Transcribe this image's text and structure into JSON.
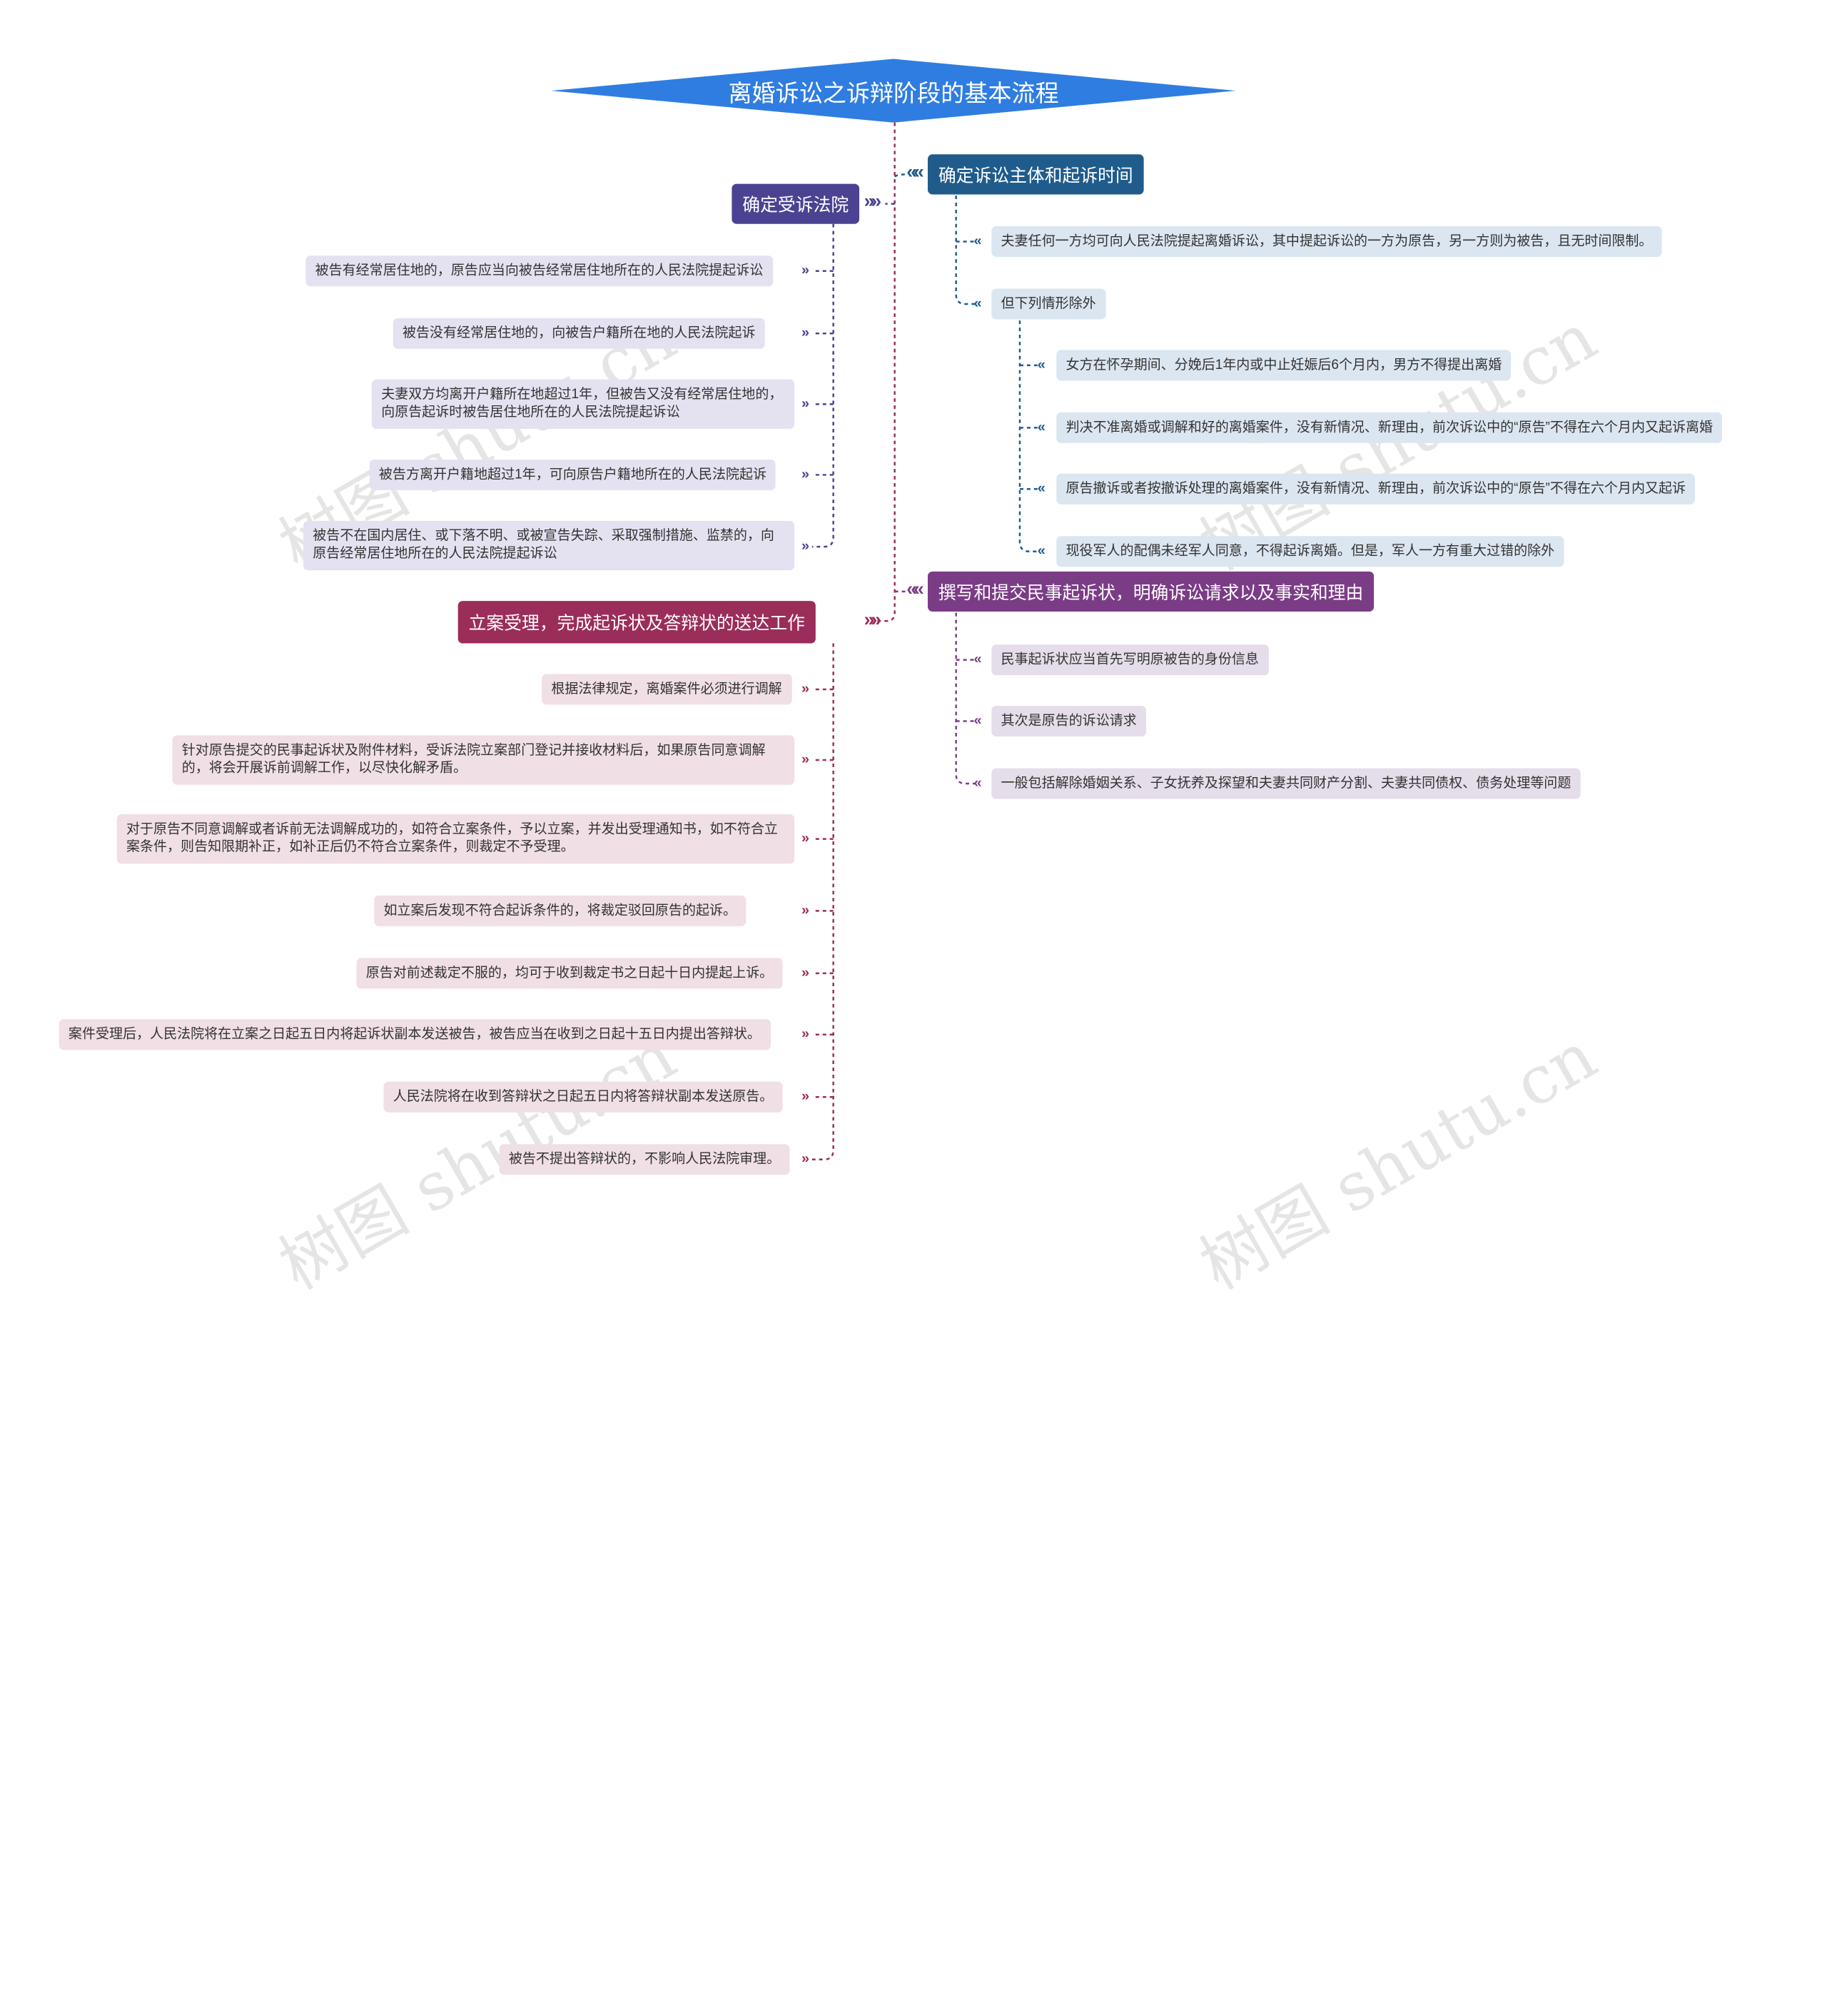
{
  "title": "离婚诉讼之诉辩阶段的基本流程",
  "colors": {
    "title": "#2f7de1",
    "court": "#4b4391",
    "subject": "#1f5c8b",
    "filing": "#9b2d5a",
    "complaint": "#7b3c86"
  },
  "branches": {
    "court": {
      "label": "确定受诉法院",
      "items": [
        "被告有经常居住地的，原告应当向被告经常居住地所在的人民法院提起诉讼",
        "被告没有经常居住地的，向被告户籍所在地的人民法院起诉",
        "夫妻双方均离开户籍所在地超过1年，但被告又没有经常居住地的，向原告起诉时被告居住地所在的人民法院提起诉讼",
        "被告方离开户籍地超过1年，可向原告户籍地所在的人民法院起诉",
        "被告不在国内居住、或下落不明、或被宣告失踪、采取强制措施、监禁的，向原告经常居住地所在的人民法院提起诉讼"
      ]
    },
    "subject": {
      "label": "确定诉讼主体和起诉时间",
      "items": [
        "夫妻任何一方均可向人民法院提起离婚诉讼，其中提起诉讼的一方为原告，另一方则为被告，且无时间限制。",
        "但下列情形除外"
      ],
      "exceptions": [
        "女方在怀孕期间、分娩后1年内或中止妊娠后6个月内，男方不得提出离婚",
        "判决不准离婚或调解和好的离婚案件，没有新情况、新理由，前次诉讼中的“原告”不得在六个月内又起诉离婚",
        "原告撤诉或者按撤诉处理的离婚案件，没有新情况、新理由，前次诉讼中的“原告”不得在六个月内又起诉",
        "现役军人的配偶未经军人同意，不得起诉离婚。但是，军人一方有重大过错的除外"
      ]
    },
    "complaint": {
      "label": "撰写和提交民事起诉状，明确诉讼请求以及事实和理由",
      "items": [
        "民事起诉状应当首先写明原被告的身份信息",
        "其次是原告的诉讼请求",
        "一般包括解除婚姻关系、子女抚养及探望和夫妻共同财产分割、夫妻共同债权、债务处理等问题"
      ]
    },
    "filing": {
      "label": "立案受理，完成起诉状及答辩状的送达工作",
      "items": [
        "根据法律规定，离婚案件必须进行调解",
        "针对原告提交的民事起诉状及附件材料，受诉法院立案部门登记并接收材料后，如果原告同意调解的，将会开展诉前调解工作，以尽快化解矛盾。",
        "对于原告不同意调解或者诉前无法调解成功的，如符合立案条件，予以立案，并发出受理通知书，如不符合立案条件，则告知限期补正，如补正后仍不符合立案条件，则裁定不予受理。",
        "如立案后发现不符合起诉条件的，将裁定驳回原告的起诉。",
        "原告对前述裁定不服的，均可于收到裁定书之日起十日内提起上诉。",
        "案件受理后，人民法院将在立案之日起五日内将起诉状副本发送被告，被告应当在收到之日起十五日内提出答辩状。",
        "人民法院将在收到答辩状之日起五日内将答辩状副本发送原告。",
        "被告不提出答辩状的，不影响人民法院审理。"
      ]
    }
  },
  "watermarks": [
    "树图 shutu.cn",
    "树图 shutu.cn",
    "树图 shutu.cn",
    "树图 shutu.cn"
  ]
}
